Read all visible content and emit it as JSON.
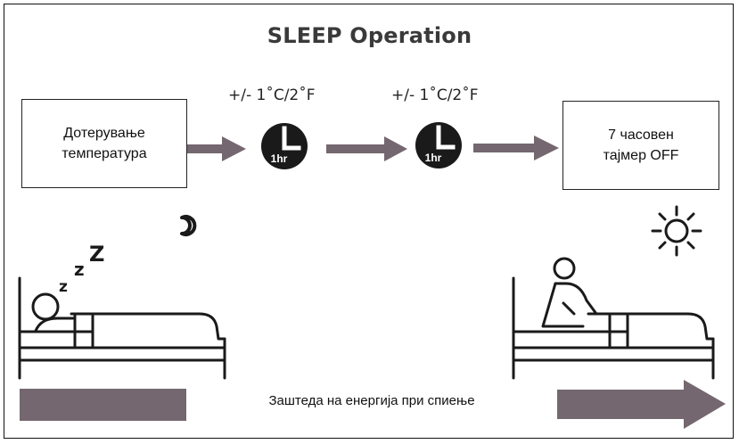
{
  "title": "SLEEP Operation",
  "steps": {
    "start_label": "Дотерување\nтемпература",
    "delta_1": "+/- 1˚C/2˚F",
    "delta_2": "+/- 1˚C/2˚F",
    "clock_label_1": "1hr",
    "clock_label_2": "1hr",
    "end_label": "7 часовен\nтајмер OFF"
  },
  "sleeper": {
    "zzz": [
      "z",
      "z",
      "Z"
    ]
  },
  "footer": {
    "caption": "Заштеда на енергија при спиење"
  },
  "colors": {
    "arrow": "#74676f",
    "icon": "#1a1a1a",
    "frame": "#111111"
  },
  "icons": [
    "clock-icon",
    "moon-icon",
    "sun-icon",
    "sleeping-person-icon",
    "sitting-person-icon"
  ]
}
